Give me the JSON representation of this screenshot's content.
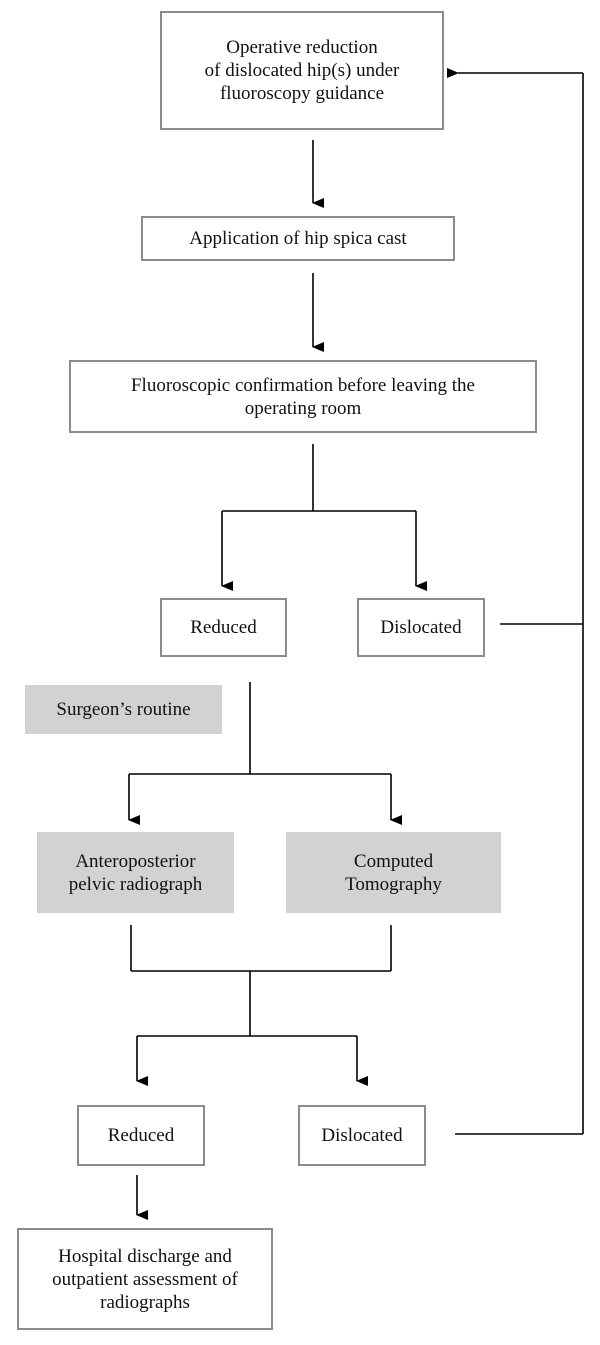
{
  "nodes": {
    "operative_reduction": "Operative reduction\nof dislocated hip(s) under\nfluoroscopy guidance",
    "spica_cast": "Application of hip spica cast",
    "fluoro_confirmation": "Fluoroscopic confirmation before leaving the\noperating room",
    "reduced_1": "Reduced",
    "dislocated_1": "Dislocated",
    "surgeons_routine": "Surgeon’s routine",
    "ap_radiograph": "Anteroposterior\npelvic radiograph",
    "computed_tomography": "Computed\nTomography",
    "reduced_2": "Reduced",
    "dislocated_2": "Dislocated",
    "discharge": "Hospital discharge and\noutpatient assessment of\nradiographs"
  },
  "colors": {
    "border": "#8c8c8c",
    "grey_fill": "#d2d2d2",
    "line": "#000000"
  }
}
